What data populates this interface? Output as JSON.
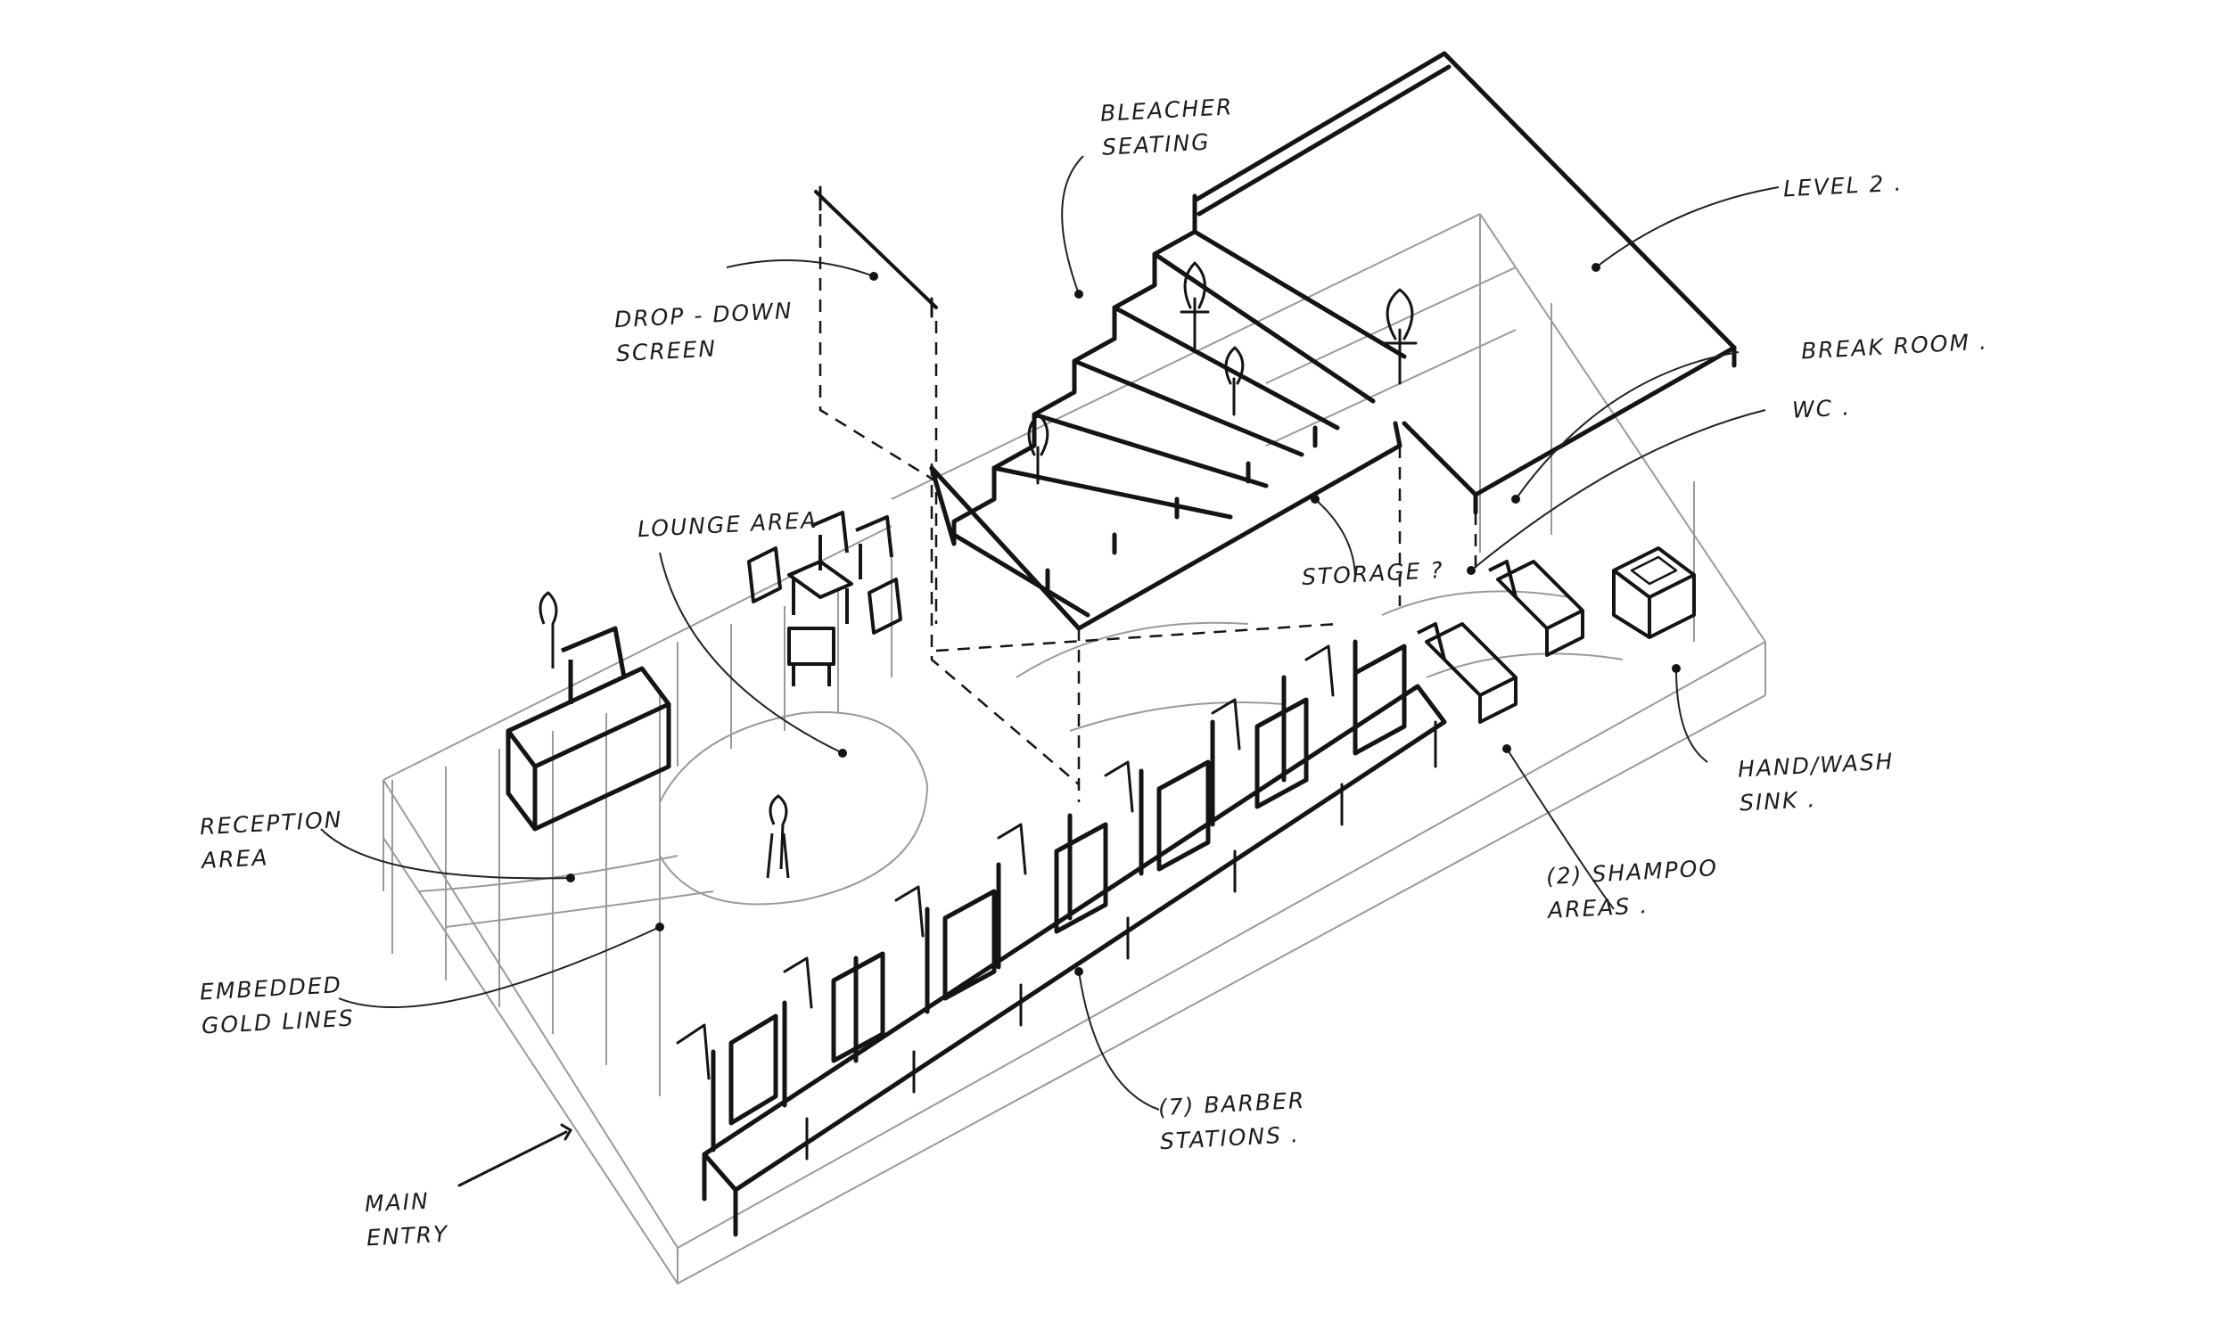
{
  "diagram": {
    "ink_color": "#141414",
    "pencil_color": "#9a9a9a",
    "labels": {
      "bleacher_seating": [
        "BLEACHER",
        "SEATING"
      ],
      "level_2": [
        "LEVEL 2 ."
      ],
      "break_room": [
        "BREAK ROOM ."
      ],
      "wc": [
        "WC ."
      ],
      "drop_down_screen": [
        "DROP - DOWN",
        "SCREEN"
      ],
      "lounge_area": [
        "LOUNGE AREA"
      ],
      "storage": [
        "STORAGE ?"
      ],
      "reception_area": [
        "RECEPTION",
        "AREA"
      ],
      "embedded_gold_lines": [
        "EMBEDDED",
        "GOLD LINES"
      ],
      "main_entry": [
        "MAIN",
        "ENTRY"
      ],
      "barber_stations": [
        "(7) BARBER",
        "STATIONS ."
      ],
      "shampoo_areas": [
        "(2) SHAMPOO",
        "AREAS ."
      ],
      "hand_wash_sink": [
        "HAND/WASH",
        "SINK ."
      ]
    }
  }
}
